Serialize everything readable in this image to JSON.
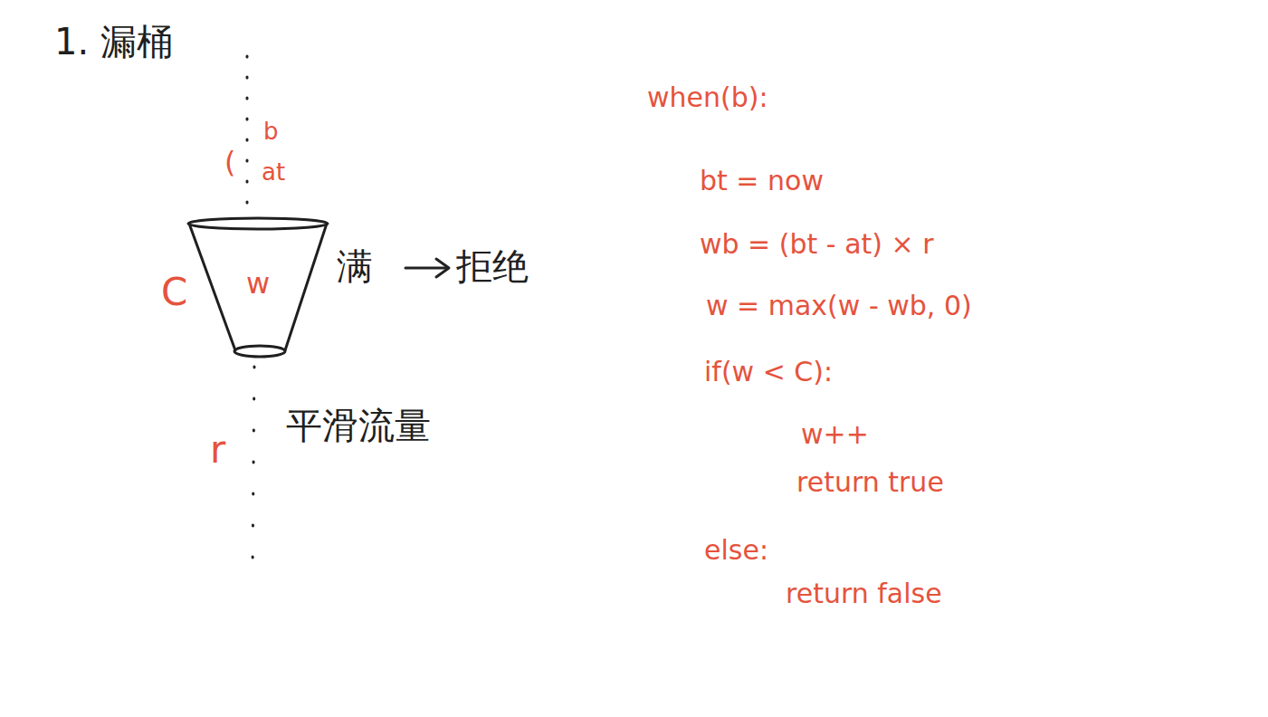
{
  "diagram": {
    "title": "1. 漏桶",
    "nodes": [
      {
        "text": [
          "w"
        ]
      }
    ],
    "labels": [
      "b",
      "at",
      "(",
      "C",
      "满",
      "拒绝",
      "r",
      "平滑流量",
      "when(b):",
      "bt = now",
      "wb = (bt - at) × r",
      "w = max(w - wb, 0)",
      "if(w < C):",
      "w++",
      "return true",
      "else:",
      "return false"
    ]
  }
}
